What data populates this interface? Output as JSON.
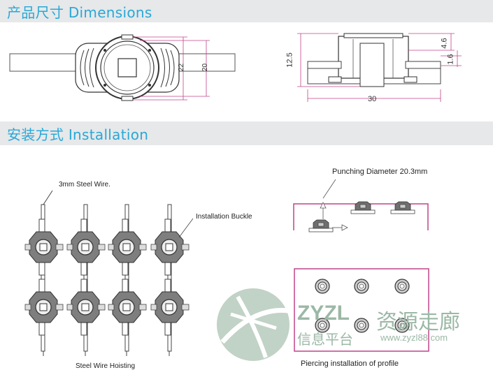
{
  "sections": {
    "dimensions_title": "产品尺寸 Dimensions",
    "installation_title": "安装方式 Installation"
  },
  "dimensions": {
    "front_height_outer": "22",
    "front_height_inner": "20",
    "side_height": "12.5",
    "side_top": "4.6",
    "side_small": "1.6",
    "side_width": "30"
  },
  "installation": {
    "steel_wire_label": "3mm Steel Wire.",
    "buckle_label": "Installation Buckle",
    "hoisting_caption": "Steel Wire Hoisting",
    "punching_label": "Punching Diameter 20.3mm",
    "profile_caption": "Piercing installation of profile"
  },
  "watermark": {
    "brand_latin": "ZYZL",
    "brand_cn": "资源走廊",
    "sub_cn": "信息平台",
    "url": "www.zyzl88.com"
  },
  "colors": {
    "accent": "#29a8d6",
    "dimension_line": "#c0448a",
    "watermark": "#9bb8a6"
  }
}
